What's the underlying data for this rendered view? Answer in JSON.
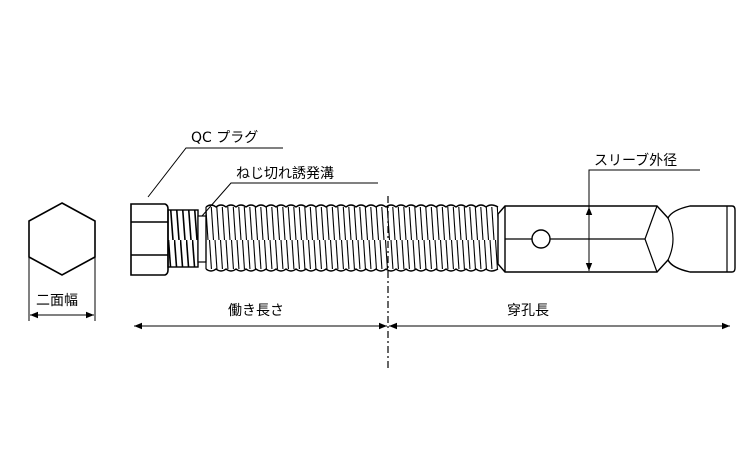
{
  "labels": {
    "qc_plug": "QC プラグ",
    "thread_groove": "ねじ切れ誘発溝",
    "sleeve_outer_diameter": "スリーブ外径",
    "width_across_flats": "二面幅",
    "working_length": "働き長さ",
    "drill_hole_length": "穿孔長"
  }
}
